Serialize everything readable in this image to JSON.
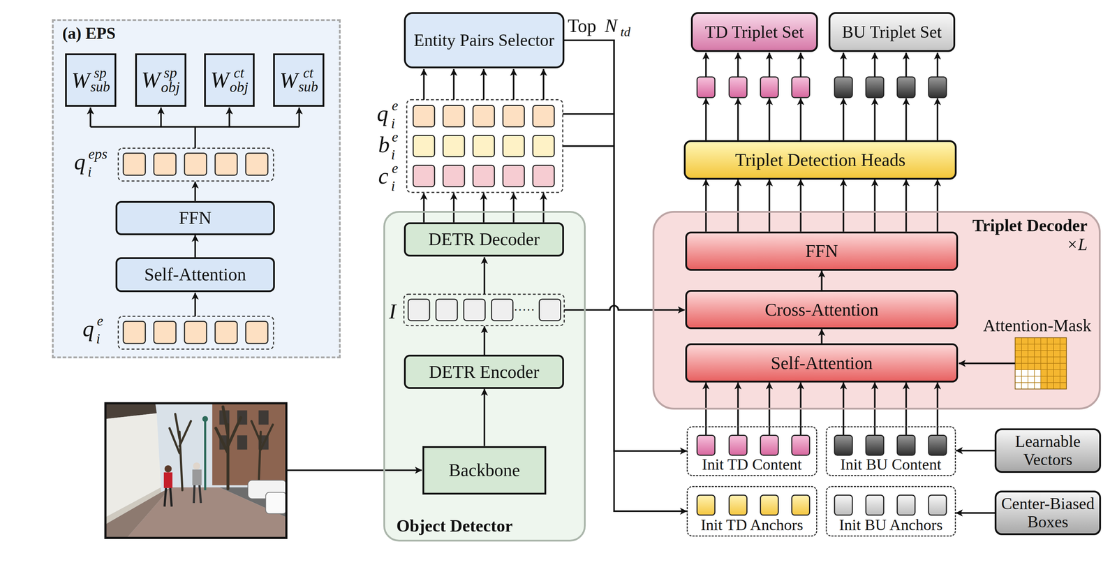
{
  "diagram": {
    "nodes": [
      {
        "text": [
          "(a) EPS"
        ]
      },
      {
        "text": [
          "W",
          "sp",
          "sub"
        ],
        "in": 0
      },
      {
        "text": [
          "W",
          "sp",
          "obj"
        ],
        "in": 0
      },
      {
        "text": [
          "W",
          "ct",
          "obj"
        ],
        "in": 0
      },
      {
        "text": [
          "W",
          "ct",
          "sub"
        ],
        "in": 0
      },
      {
        "text": [
          "FFN"
        ],
        "in": 0
      },
      {
        "text": [
          "Self-Attention"
        ],
        "in": 0
      },
      {
        "text": [
          "Entity Pairs Selector"
        ]
      },
      {
        "text": [
          "Object Detector"
        ]
      },
      {
        "text": [
          "DETR Decoder"
        ],
        "in": 8
      },
      {
        "text": [
          "DETR Encoder"
        ],
        "in": 8
      },
      {
        "text": [
          "Backbone"
        ],
        "in": 8
      },
      {
        "text": [
          "TD Triplet Set"
        ]
      },
      {
        "text": [
          "BU Triplet Set"
        ]
      },
      {
        "text": [
          "Triplet Detection Heads"
        ]
      },
      {
        "text": [
          "Triplet Decoder",
          "×L"
        ]
      },
      {
        "text": [
          "FFN"
        ],
        "in": 15
      },
      {
        "text": [
          "Cross-Attention"
        ],
        "in": 15
      },
      {
        "text": [
          "Self-Attention"
        ],
        "in": 15
      },
      {
        "text": [
          "Init TD Content"
        ]
      },
      {
        "text": [
          "Init BU Content"
        ]
      },
      {
        "text": [
          "Init TD Anchors"
        ]
      },
      {
        "text": [
          "Init BU Anchors"
        ]
      },
      {
        "text": [
          "Learnable Vectors"
        ]
      },
      {
        "text": [
          "Center-Biased Boxes"
        ]
      }
    ],
    "edges": [
      {
        "from": 6,
        "to": 5,
        "arrow": "to"
      },
      {
        "from": 11,
        "to": 10,
        "arrow": "to"
      },
      {
        "from": 7,
        "to": 19,
        "arrow": "to"
      },
      {
        "from": 7,
        "to": 21,
        "arrow": "to"
      },
      {
        "from": 18,
        "to": 17,
        "arrow": "to"
      },
      {
        "from": 17,
        "to": 16,
        "arrow": "to"
      },
      {
        "from": 16,
        "to": 14,
        "arrow": "to"
      },
      {
        "from": 19,
        "to": 18,
        "arrow": "to"
      },
      {
        "from": 20,
        "to": 18,
        "arrow": "to"
      },
      {
        "from": 23,
        "to": 20,
        "arrow": "to"
      },
      {
        "from": 24,
        "to": 22,
        "arrow": "to"
      }
    ],
    "labels": [
      "Top",
      "N",
      "td",
      "q",
      "e",
      "i",
      "q",
      "eps",
      "i",
      "b",
      "e",
      "i",
      "c",
      "e",
      "i",
      "I",
      "·····",
      "Attention-Mask",
      "q",
      "e",
      "i"
    ]
  }
}
